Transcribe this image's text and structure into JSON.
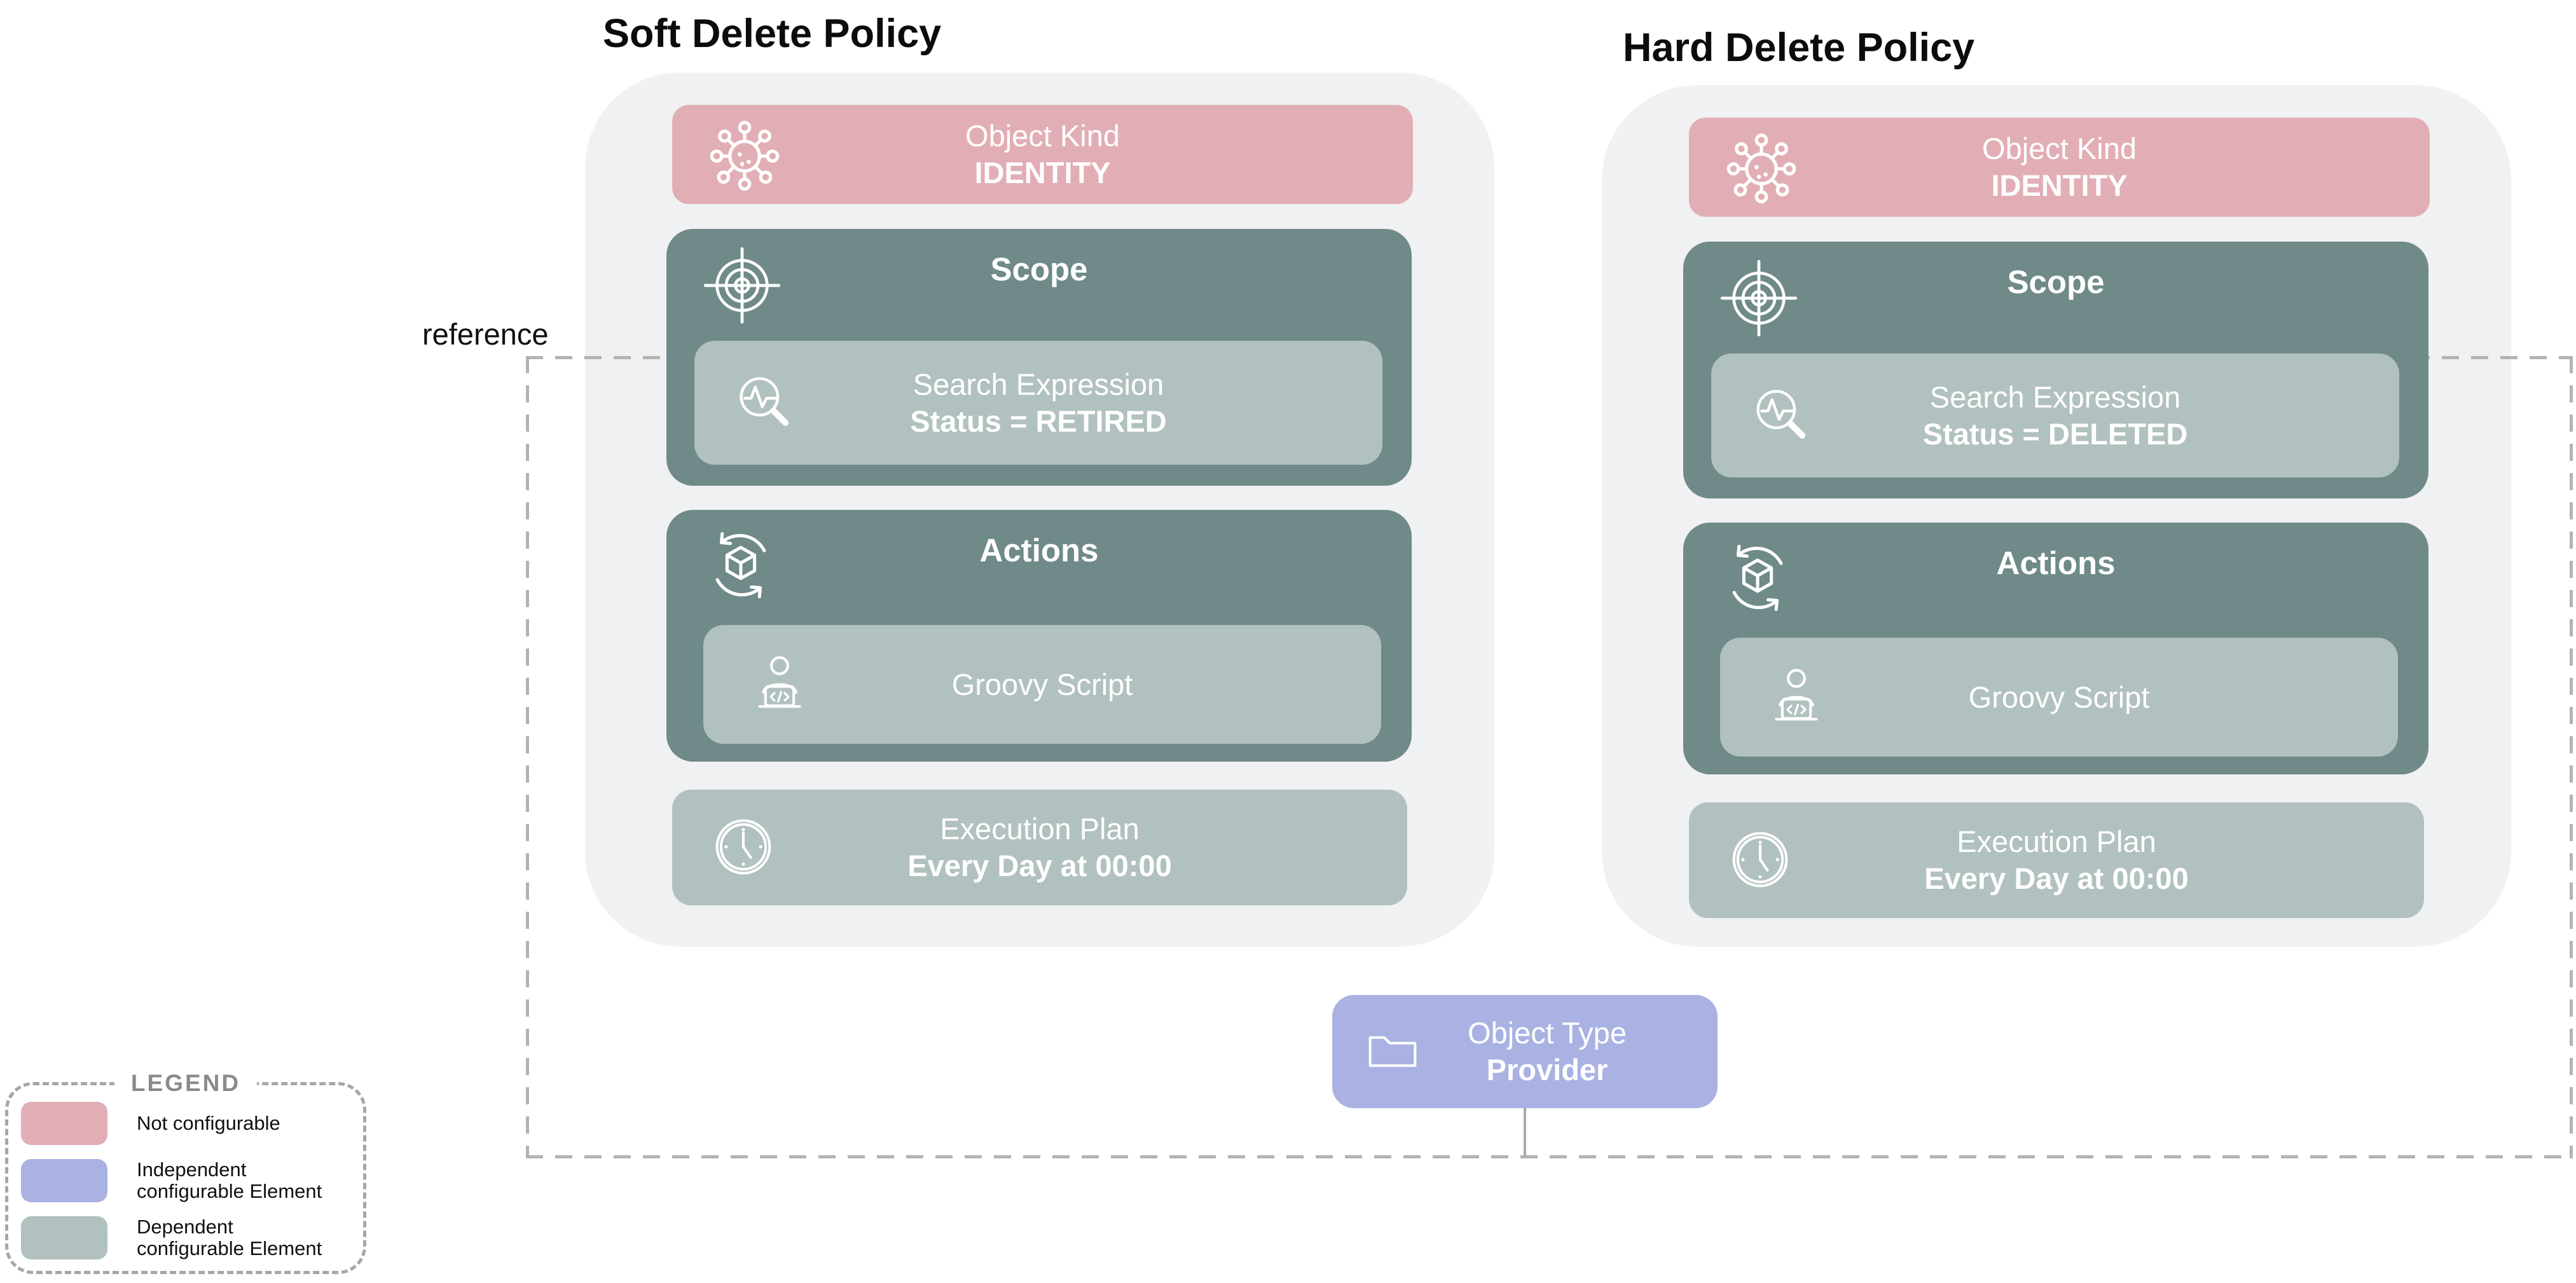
{
  "policies": [
    {
      "title": "Soft Delete Policy",
      "object_kind": {
        "label": "Object Kind",
        "value": "IDENTITY",
        "icon": "virus-icon"
      },
      "scope": {
        "label": "Scope",
        "icon": "target-icon",
        "search_expression": {
          "label": "Search Expression",
          "value": "Status = RETIRED",
          "icon": "magnifier-pulse-icon"
        }
      },
      "actions": {
        "label": "Actions",
        "icon": "sync-box-icon",
        "script": {
          "label": "Groovy Script",
          "icon": "developer-icon"
        }
      },
      "execution_plan": {
        "label": "Execution Plan",
        "value": "Every Day at 00:00",
        "icon": "clock-icon"
      }
    },
    {
      "title": "Hard Delete Policy",
      "object_kind": {
        "label": "Object Kind",
        "value": "IDENTITY",
        "icon": "virus-icon"
      },
      "scope": {
        "label": "Scope",
        "icon": "target-icon",
        "search_expression": {
          "label": "Search Expression",
          "value": "Status = DELETED",
          "icon": "magnifier-pulse-icon"
        }
      },
      "actions": {
        "label": "Actions",
        "icon": "sync-box-icon",
        "script": {
          "label": "Groovy Script",
          "icon": "developer-icon"
        }
      },
      "execution_plan": {
        "label": "Execution Plan",
        "value": "Every Day at 00:00",
        "icon": "clock-icon"
      }
    }
  ],
  "reference_label": "reference",
  "object_type": {
    "label": "Object Type",
    "value": "Provider",
    "icon": "folder-icon"
  },
  "legend": {
    "title": "LEGEND",
    "items": [
      {
        "label": "Not configurable",
        "color": "#e2aeb5"
      },
      {
        "label": "Independent\nconfigurable Element",
        "color": "#a9b2e2"
      },
      {
        "label": "Dependent\nconfigurable Element",
        "color": "#b1c1bf"
      }
    ]
  },
  "colors": {
    "not_configurable": "#e2aeb5",
    "independent_configurable": "#a9b2e2",
    "dependent_configurable": "#b1c1bf",
    "policy_group": "#6f8a88",
    "card_background": "#f0f1f3",
    "reference_line": "#b3b3b3"
  }
}
